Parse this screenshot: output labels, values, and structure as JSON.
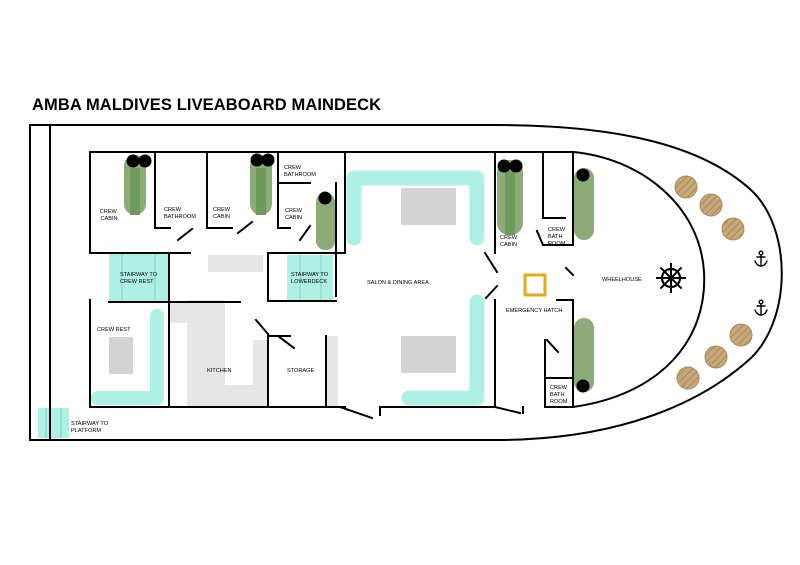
{
  "title": "AMBA MALDIVES LIVEABOARD MAINDECK",
  "rooms": {
    "crew_cabin_1": [
      "CREW",
      "CABIN"
    ],
    "crew_bathroom_1": [
      "CREW",
      "BATHROOM"
    ],
    "crew_cabin_2": [
      "CREW",
      "CABIN"
    ],
    "crew_bathroom_2": [
      "CREW",
      "BATHROOM"
    ],
    "crew_cabin_3": [
      "CREW",
      "CABIN"
    ],
    "stairway_crew_rest": [
      "STAIRWAY TO",
      "CREW REST"
    ],
    "stairway_lowerdeck": [
      "STAIRWAY TO",
      "LOWERDECK"
    ],
    "crew_rest": [
      "CREW REST"
    ],
    "kitchen": [
      "KITCHEN"
    ],
    "storage": [
      "STORAGE"
    ],
    "salon": [
      "SALON & DINING AREA"
    ],
    "crew_cabin_4": [
      "CREW",
      "CABIN"
    ],
    "crew_bath_room_1": [
      "CREW",
      "BATH",
      "ROOM"
    ],
    "emergency_hatch": [
      "EMERGENCY HATCH"
    ],
    "crew_bath_room_2": [
      "CREW",
      "BATH",
      "ROOM"
    ],
    "wheelhouse": [
      "WHEELHOUSE"
    ],
    "stairway_platform": [
      "STAIRWAY TO",
      "PLATFORM"
    ]
  },
  "colors": {
    "furniture": "#aef0e4",
    "bed": "#8cab78",
    "table": "#d3d3d3",
    "hatch": "#e6a817",
    "fender": "#c8a878",
    "outline": "#000000"
  },
  "icons": [
    "anchor-icon",
    "ship-wheel-icon",
    "rope-fender-icon"
  ]
}
